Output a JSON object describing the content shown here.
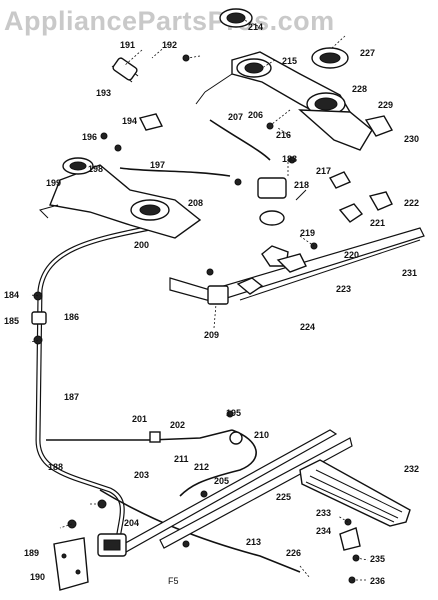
{
  "watermark": "AppliancePartsPros.com",
  "figure_label": "F5",
  "part_labels": [
    "191",
    "192",
    "193",
    "194",
    "195",
    "196",
    "197",
    "198",
    "199",
    "200",
    "201",
    "202",
    "203",
    "204",
    "205",
    "206",
    "207",
    "208",
    "209",
    "210",
    "211",
    "212",
    "213",
    "214",
    "215",
    "216",
    "217",
    "218",
    "219",
    "220",
    "221",
    "222",
    "223",
    "224",
    "225",
    "226",
    "227",
    "228",
    "229",
    "230",
    "231",
    "232",
    "233",
    "234",
    "235",
    "236",
    "183",
    "184",
    "185",
    "186",
    "187",
    "188",
    "189",
    "190"
  ]
}
